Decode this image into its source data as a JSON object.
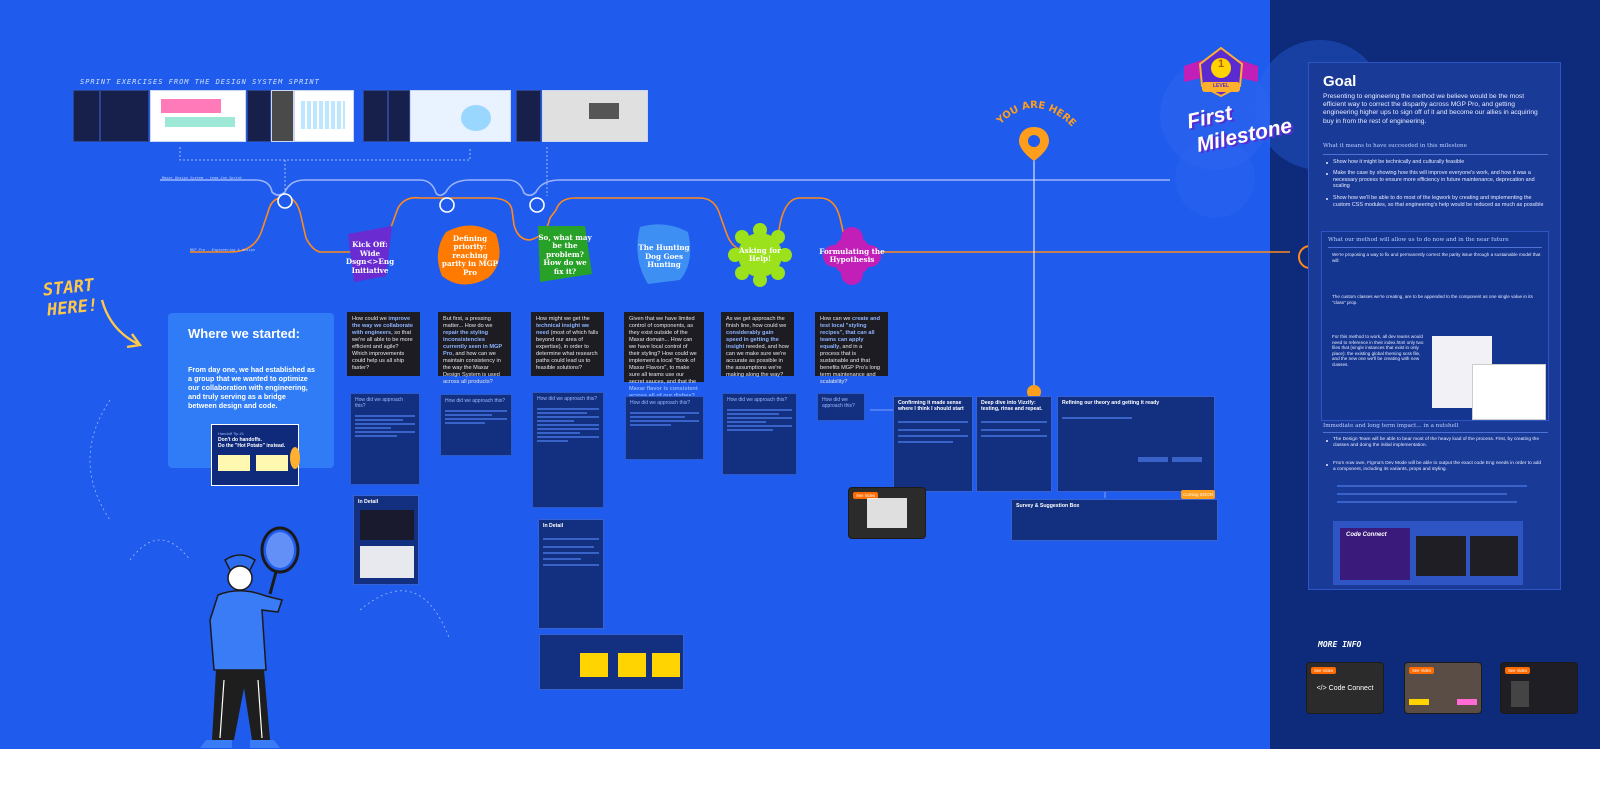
{
  "board": {
    "sprint_label": "SPRINT EXERCISES FROM THE DESIGN SYSTEM SPRINT",
    "route_small_labels": [
      "Maxar Design System - team Jan Sprint",
      "MGP Pro - Engineering & design"
    ]
  },
  "start_here": {
    "line1": "START",
    "line2": "HERE!"
  },
  "where": {
    "title": "Where we started:",
    "body": "From day one, we had established as a group that we wanted to optimize our collaboration with engineering, and truly serving as a bridge between design and code.",
    "card_line1": "Handoff Tip #1",
    "card_line2": "Don't do handoffs.",
    "card_line3": "Do the \"Hot Potato\" instead."
  },
  "stages": [
    {
      "label": "Kick Off: Wide Dsgn<>Eng Initiative",
      "color": "#6a2bd1"
    },
    {
      "label": "Defining priority: reaching parity in MGP Pro",
      "color": "#ff7a00"
    },
    {
      "label": "So, what may be the problem? How do we fix it?",
      "color": "#27a127"
    },
    {
      "label": "The Hunting Dog Goes Hunting",
      "color": "#3e8ff3"
    },
    {
      "label": "Asking for Help!",
      "color": "#9be21c"
    },
    {
      "label": "Formulating the Hypothesis",
      "color": "#c21fb8"
    }
  ],
  "questions": [
    {
      "pre": "How could we",
      "hl": "improve the way we collaborate with engineers",
      "post": ", so that we're all able to be more efficient and agile? Which improvements could help us all ship faster?"
    },
    {
      "pre": "But first, a pressing matter... How do we",
      "hl": "repair the styling inconsistencies currently seen in MGP Pro",
      "post": ", and how can we maintain consistency in the way the Maxar Design System is used across all products?"
    },
    {
      "pre": "How might we get the",
      "hl": "technical insight we need",
      "post": " (most of which falls beyond our area of expertise), in order to determine what research paths could lead us to feasible solutions?"
    },
    {
      "pre": "Given that we have limited control of components, as they exist outside of the Maxar domain... How can we have local control of their styling? How could we implement a local \"Book of Maxar Flavors\", to make sure all teams use our secret sauces, and that the",
      "hl": "Maxar flavor is consistent across all of our dishes?",
      "post": ""
    },
    {
      "pre": "As we get approach the finish line, how could we",
      "hl": "considerably gain speed in getting the insight",
      "post": " needed, and how can we make sure we're accurate as possible in the assumptions we're making along the way?"
    },
    {
      "pre": "How can we",
      "hl": "create and test local \"styling recipes\", that can all teams can apply equally",
      "post": ", and in a process that is sustainable and that benefits MGP Pro's long term maintenance and scalability?"
    }
  ],
  "approach_heading": "How did we approach this?",
  "bottom_panels": {
    "confirm": "Confirming it made sense where I think I should start",
    "deepdive": "Deep dive into Vizzify: testing, rinse and repeat.",
    "refine": "Refining our theory and getting it ready",
    "survey": "Survey & Suggestion Box",
    "in_detail": "In Detail"
  },
  "milestone": {
    "level": "LEVEL",
    "number": "1",
    "line1": "First",
    "line2": "Milestone"
  },
  "you_are_here": "YOU ARE HERE",
  "goal": {
    "title": "Goal",
    "intro": "Presenting to engineering the method we believe would be the most efficient way to correct the disparity across MGP Pro, and getting engineering higher ups to sign off of it and become our allies in acquiring  buy in from the rest of engineering.",
    "success_heading": "What it means to have succeeded in this milestone",
    "success_items": [
      "Show how it might be technically and culturally feasible",
      "Make the case by showing how this will improve everyone's work, and how it was a necessary process to ensure more efficiency in future maintenance, deprecation and scaling",
      "Show how we'll be able to do most of the legwork by creating and implementing the custom CSS modules, so that engineering's help would be reduced as much as possible"
    ],
    "method_heading": "What our method will allow us to do now and in the near future",
    "method_items": [
      "We're proposing a way to fix and permanently correct the parity issue through a sustainable model that will:",
      "The custom classes we're creating, are to be appended to the component as one single value in its \"class\" prop.",
      "For this method to work, all dev teams would need to reference in their index.html only two files that (single instances that exist in only place): the existing global theming scss file, and the new one we'll be creating with new classes."
    ],
    "impact_heading": "Immediate and long term impact... in a nutshell",
    "impact_items": [
      "The Design Team will be able to bear most of the heavy load of the process. First, by creating the classes and doing the initial implementation.",
      "From now own, Figma's Dev Mode will be able to output the exact code Eng needs in order to add a component, including its variants, props and styling."
    ],
    "code_connect": "Code Connect"
  },
  "more_info": {
    "title": "MORE INFO",
    "videos": [
      {
        "tag": "See Video",
        "label": "</> Code Connect"
      },
      {
        "tag": "See Video",
        "label": ""
      },
      {
        "tag": "See Video",
        "label": ""
      }
    ]
  },
  "see_video": "See Video",
  "coming_soon": "Coming SOON"
}
